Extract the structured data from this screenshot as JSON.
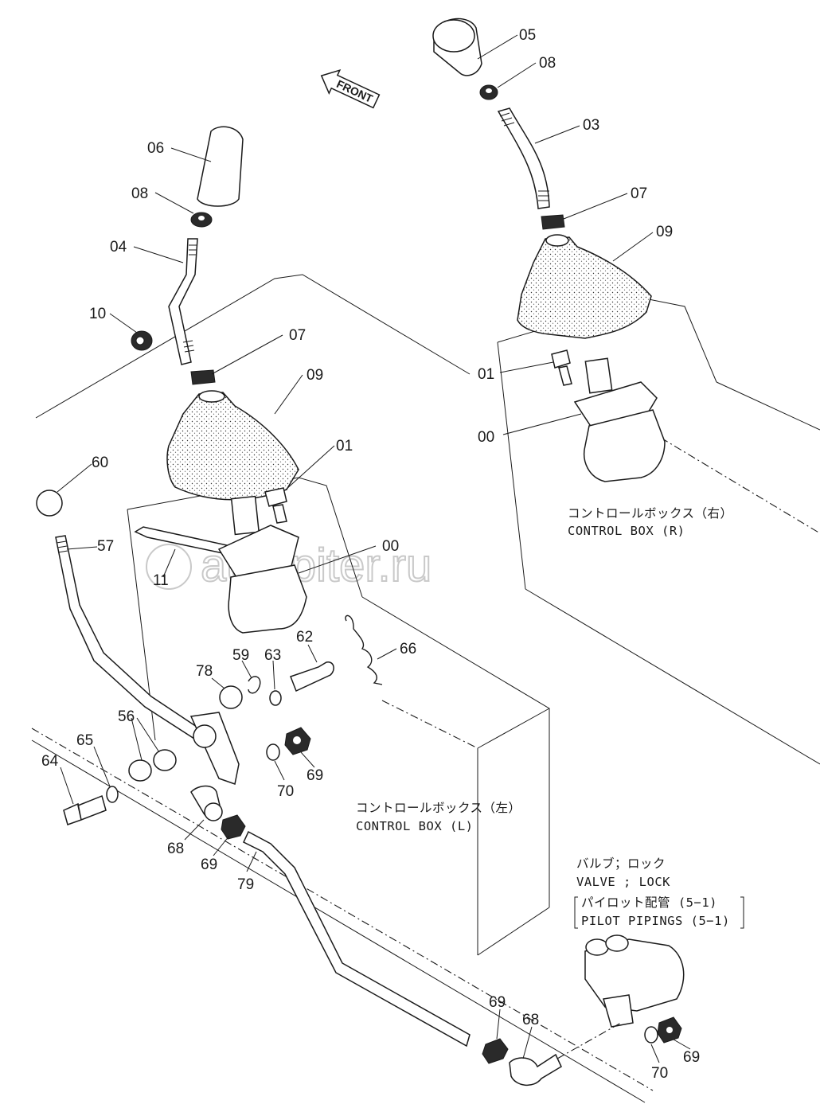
{
  "diagram": {
    "orientation_label": "FRONT",
    "watermark": "autopiter.ru",
    "box_right_caption": {
      "jp": "コントロールボックス（右）",
      "en": "CONTROL BOX (R)"
    },
    "box_left_caption": {
      "jp": "コントロールボックス（左）",
      "en": "CONTROL BOX (L)"
    },
    "valve_caption": {
      "line1_jp": "バルブ；ロック",
      "line2_en": "VALVE ; LOCK",
      "line3_jp": "パイロット配管 (5−1)",
      "line4_en": "PILOT PIPINGS (5−1)"
    },
    "part_labels": {
      "p05": "05",
      "p08a": "08",
      "p03": "03",
      "p07a": "07",
      "p09a": "09",
      "p01a": "01",
      "p00a": "00",
      "p06": "06",
      "p08b": "08",
      "p04": "04",
      "p10": "10",
      "p07b": "07",
      "p09b": "09",
      "p01b": "01",
      "p00b": "00",
      "p11": "11",
      "p60": "60",
      "p57": "57",
      "p62": "62",
      "p59": "59",
      "p63": "63",
      "p78": "78",
      "p66": "66",
      "p56": "56",
      "p65": "65",
      "p64": "64",
      "p69a": "69",
      "p70a": "70",
      "p68a": "68",
      "p69b": "69",
      "p79": "79",
      "p69c": "69",
      "p68b": "68",
      "p70b": "70",
      "p69d": "69"
    }
  }
}
